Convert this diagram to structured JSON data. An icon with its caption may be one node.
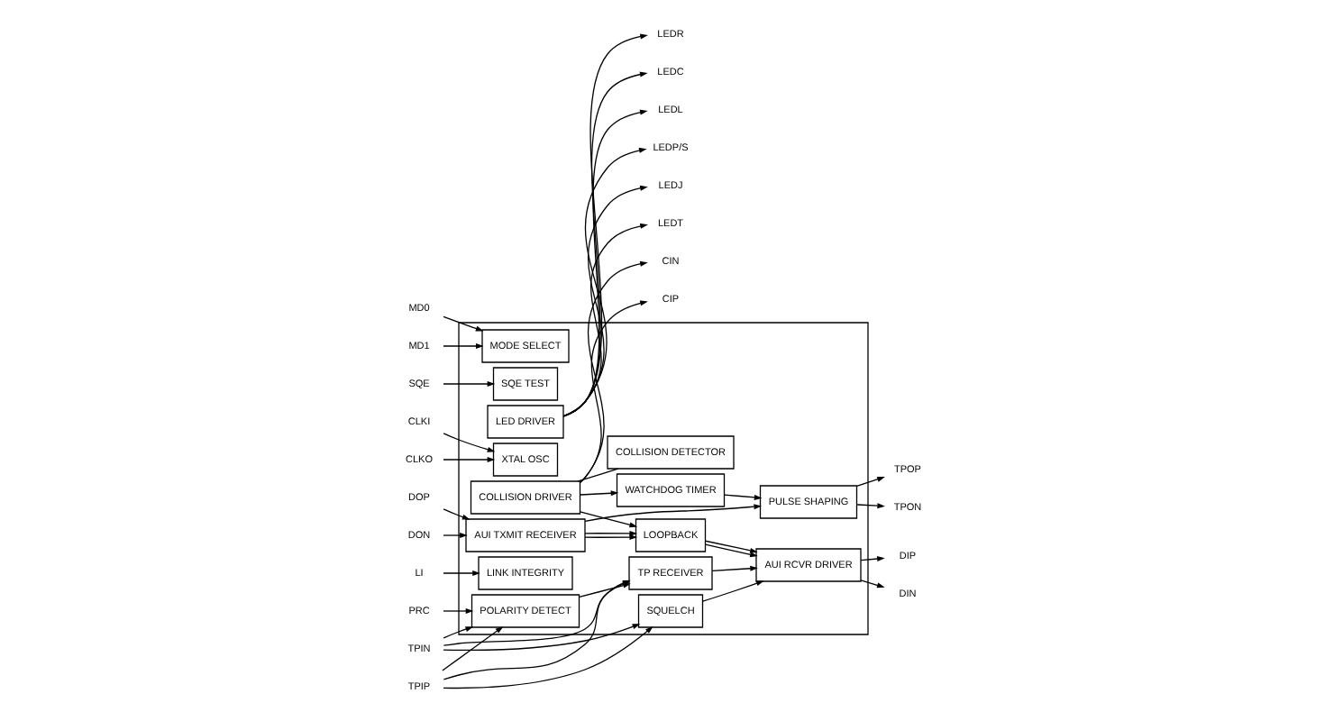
{
  "diagram": {
    "nodes": [
      {
        "text": [],
        "shape": "box"
      },
      {
        "text": [
          "AUI TXMIT RECEIVER"
        ],
        "in": 0
      },
      {
        "text": [
          "LOOPBACK"
        ],
        "in": 0
      },
      {
        "text": [
          "AUI RCVR DRIVER"
        ],
        "in": 0
      },
      {
        "text": [
          "MODE SELECT"
        ],
        "in": 0
      },
      {
        "text": [
          "COLLISION DRIVER"
        ],
        "in": 0
      },
      {
        "text": [
          "XTAL OSC"
        ],
        "in": 0
      },
      {
        "text": [
          "WATCHDOG TIMER"
        ],
        "in": 0
      },
      {
        "text": [
          "LINK INTEGRITY"
        ],
        "in": 0
      },
      {
        "text": [
          "COLLISION DETECTOR"
        ],
        "in": 0
      },
      {
        "text": [
          "SQE TEST"
        ],
        "in": 0
      },
      {
        "text": [
          "PULSE SHAPING"
        ],
        "in": 0
      },
      {
        "text": [
          "POLARITY DETECT"
        ],
        "in": 0
      },
      {
        "text": [
          "TP RECEIVER"
        ],
        "in": 0
      },
      {
        "text": [
          "SQUELCH"
        ],
        "in": 0
      },
      {
        "text": [
          "LED DRIVER"
        ],
        "in": 0
      },
      {
        "text": [
          "DOP"
        ]
      },
      {
        "text": [
          "DON"
        ]
      },
      {
        "text": [
          "DIP"
        ]
      },
      {
        "text": [
          "DIN"
        ]
      },
      {
        "text": [
          "LI"
        ]
      },
      {
        "text": [
          "MD0"
        ]
      },
      {
        "text": [
          "MD1"
        ]
      },
      {
        "text": [
          "CIP"
        ]
      },
      {
        "text": [
          "CIN"
        ]
      },
      {
        "text": [
          "SQE"
        ]
      },
      {
        "text": [
          "CLKI"
        ]
      },
      {
        "text": [
          "CLKO"
        ]
      },
      {
        "text": [
          "TPOP"
        ]
      },
      {
        "text": [
          "TPON"
        ]
      },
      {
        "text": [
          "PRC"
        ]
      },
      {
        "text": [
          "TPIP"
        ]
      },
      {
        "text": [
          "TPIN"
        ]
      },
      {
        "text": [
          "LEDP/S"
        ]
      },
      {
        "text": [
          "LEDJ"
        ]
      },
      {
        "text": [
          "LEDT"
        ]
      },
      {
        "text": [
          "LEDR"
        ]
      },
      {
        "text": [
          "LEDC"
        ]
      },
      {
        "text": [
          "LEDL"
        ]
      }
    ],
    "edges": [
      {
        "from": 16,
        "to": 1,
        "arrow": "to"
      },
      {
        "from": 17,
        "to": 1,
        "arrow": "to"
      },
      {
        "from": 1,
        "to": 2,
        "arrow": "to"
      },
      {
        "from": 1,
        "to": 2,
        "arrow": "to"
      },
      {
        "from": 1,
        "to": 11,
        "arrow": "to"
      },
      {
        "from": 7,
        "to": 11,
        "arrow": "to"
      },
      {
        "from": 2,
        "to": 3,
        "arrow": "to"
      },
      {
        "from": 2,
        "to": 3,
        "arrow": "to"
      },
      {
        "from": 5,
        "to": 2,
        "arrow": "to"
      },
      {
        "from": 5,
        "to": 7,
        "arrow": "to"
      },
      {
        "from": 13,
        "to": 3,
        "arrow": "to"
      },
      {
        "from": 14,
        "to": 3,
        "arrow": "to"
      },
      {
        "from": 3,
        "to": 18,
        "arrow": "to"
      },
      {
        "from": 3,
        "to": 19,
        "arrow": "to"
      },
      {
        "from": 12,
        "to": 13,
        "arrow": "to"
      },
      {
        "from": 30,
        "to": 12,
        "arrow": "to"
      },
      {
        "from": 31,
        "to": 13,
        "arrow": "to"
      },
      {
        "from": 31,
        "to": 12,
        "arrow": "to"
      },
      {
        "from": 31,
        "to": 14,
        "arrow": "to"
      },
      {
        "from": 32,
        "to": 13,
        "arrow": "to"
      },
      {
        "from": 32,
        "to": 12,
        "arrow": "to"
      },
      {
        "from": 32,
        "to": 14,
        "arrow": "to"
      },
      {
        "from": 20,
        "to": 8,
        "arrow": "to"
      },
      {
        "from": 21,
        "to": 4,
        "arrow": "to"
      },
      {
        "from": 22,
        "to": 4,
        "arrow": "to"
      },
      {
        "from": 5,
        "to": 23,
        "arrow": "to"
      },
      {
        "from": 5,
        "to": 24,
        "arrow": "to"
      },
      {
        "from": 5,
        "to": 9,
        "arrow": "none"
      },
      {
        "from": 25,
        "to": 10,
        "arrow": "to"
      },
      {
        "from": 26,
        "to": 6,
        "arrow": "to"
      },
      {
        "from": 27,
        "to": 6,
        "arrow": "to"
      },
      {
        "from": 11,
        "to": 28,
        "arrow": "to"
      },
      {
        "from": 11,
        "to": 29,
        "arrow": "to"
      },
      {
        "from": 15,
        "to": 33,
        "arrow": "to"
      },
      {
        "from": 15,
        "to": 34,
        "arrow": "to"
      },
      {
        "from": 15,
        "to": 35,
        "arrow": "to"
      },
      {
        "from": 15,
        "to": 36,
        "arrow": "to"
      },
      {
        "from": 15,
        "to": 37,
        "arrow": "to"
      },
      {
        "from": 15,
        "to": 38,
        "arrow": "to"
      }
    ]
  }
}
